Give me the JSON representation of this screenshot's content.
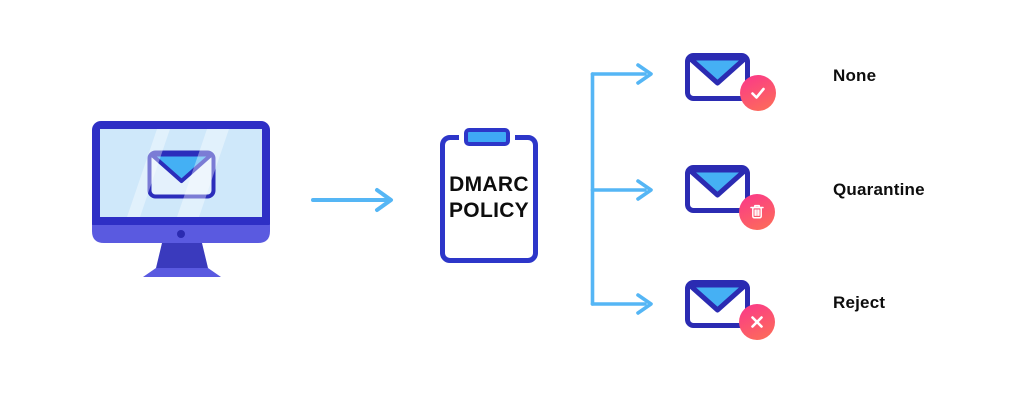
{
  "clipboard": {
    "line1": "DMARC",
    "line2": "POLICY"
  },
  "outcomes": [
    {
      "label": "None",
      "icon": "check-icon"
    },
    {
      "label": "Quarantine",
      "icon": "trash-icon"
    },
    {
      "label": "Reject",
      "icon": "x-icon"
    }
  ],
  "icons": {
    "source": "monitor-email-icon",
    "flow": "arrow-right-icon",
    "branch": "branch-arrows-icon",
    "envelope": "envelope-icon"
  },
  "colors": {
    "arrow_blue": "#55b6f5",
    "indigo_frame": "#2e2fc5",
    "envelope_border": "#2b2bb2",
    "flap_blue": "#45b0f4",
    "screen_blue": "#cfe8fa",
    "chin_purple": "#5a5ae0",
    "stand_purple": "#3a3abd",
    "badge_pink": "#fb3d85",
    "badge_coral": "#fc695c",
    "text_black": "#0d0d0d"
  }
}
